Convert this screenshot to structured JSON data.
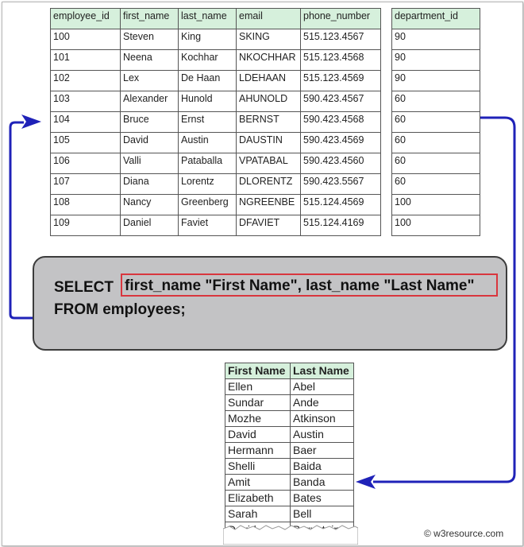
{
  "employees_table": {
    "headers": [
      "employee_id",
      "first_name",
      "last_name",
      "email",
      "phone_number"
    ],
    "rows": [
      [
        "100",
        "Steven",
        "King",
        "SKING",
        "515.123.4567"
      ],
      [
        "101",
        "Neena",
        "Kochhar",
        "NKOCHHAR",
        "515.123.4568"
      ],
      [
        "102",
        "Lex",
        "De Haan",
        "LDEHAAN",
        "515.123.4569"
      ],
      [
        "103",
        "Alexander",
        "Hunold",
        "AHUNOLD",
        "590.423.4567"
      ],
      [
        "104",
        "Bruce",
        "Ernst",
        "BERNST",
        "590.423.4568"
      ],
      [
        "105",
        "David",
        "Austin",
        "DAUSTIN",
        "590.423.4569"
      ],
      [
        "106",
        "Valli",
        "Pataballa",
        "VPATABAL",
        "590.423.4560"
      ],
      [
        "107",
        "Diana",
        "Lorentz",
        "DLORENTZ",
        "590.423.5567"
      ],
      [
        "108",
        "Nancy",
        "Greenberg",
        "NGREENBE",
        "515.124.4569"
      ],
      [
        "109",
        "Daniel",
        "Faviet",
        "DFAVIET",
        "515.124.4169"
      ]
    ]
  },
  "department_table": {
    "header": "department_id",
    "rows": [
      "90",
      "90",
      "90",
      "60",
      "60",
      "60",
      "60",
      "60",
      "100",
      "100"
    ]
  },
  "sql": {
    "keyword_select": "SELECT",
    "highlighted": "first_name \"First Name\",  last_name \"Last Name\"",
    "line2": "FROM employees;"
  },
  "result_table": {
    "headers": [
      "First Name",
      "Last Name"
    ],
    "rows": [
      [
        "Ellen",
        "Abel"
      ],
      [
        "Sundar",
        "Ande"
      ],
      [
        "Mozhe",
        "Atkinson"
      ],
      [
        "David",
        "Austin"
      ],
      [
        "Hermann",
        "Baer"
      ],
      [
        "Shelli",
        "Baida"
      ],
      [
        "Amit",
        "Banda"
      ],
      [
        "Elizabeth",
        "Bates"
      ],
      [
        "Sarah",
        "Bell"
      ],
      [
        "David",
        "Bernstein"
      ]
    ]
  },
  "credit": "© w3resource.com",
  "colors": {
    "arrow": "#1f22b8",
    "highlight": "#d9363e",
    "header_bg": "#d6f0dc",
    "sql_bg": "#c3c3c5"
  }
}
